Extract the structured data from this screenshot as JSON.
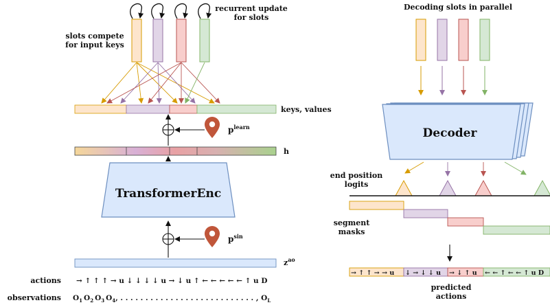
{
  "left": {
    "recurrent_update_line1": "recurrent update",
    "recurrent_update_line2": "for slots",
    "slots_compete_line1": "slots compete",
    "slots_compete_line2": "for input keys",
    "keys_values_label": "keys, values",
    "p_learn_base": "p",
    "p_learn_sup": "learn",
    "h_label": "h",
    "encoder_label": "TransformerEnc",
    "p_sin_base": "p",
    "p_sin_sup": "sin",
    "z_base": "z",
    "z_sup": "ao",
    "actions_label": "actions",
    "actions_sequence": "→ ↑ ↑ ↑ → u ↓ ↓ ↓ ↓ u → ↓ u ↑ ← ← ← ← ← ↑ u D",
    "observations_label": "observations",
    "obs_o": "O",
    "obs_1": "1",
    "obs_2": "2",
    "obs_3": "3",
    "obs_4": "4",
    "obs_dots": ", . . . . . . . . . . . . . . . . . . . . . . . . . . . , ",
    "obs_L": "L"
  },
  "right": {
    "title": "Decoding slots in parallel",
    "decoder_label": "Decoder",
    "end_position_line1": "end position",
    "end_position_line2": "logits",
    "segment_line1": "segment",
    "segment_line2": "masks",
    "predicted_line1": "predicted",
    "predicted_line2": "actions",
    "predicted_seg1": "→ ↑ ↑ → → u",
    "predicted_seg2": "↓ → ↓ ↓ u",
    "predicted_seg3": "→ ↓ ↑ u",
    "predicted_seg4": "← ← ↑ ← ← ↑ u D"
  },
  "colors": {
    "orange_fill": "#fde5cc",
    "orange_stroke": "#d79b00",
    "purple_fill": "#e1d5e7",
    "purple_stroke": "#9673a6",
    "red_fill": "#f8cecc",
    "red_stroke": "#b85450",
    "green_fill": "#d5e8d4",
    "green_stroke": "#82b366",
    "blue_fill": "#dae8fc",
    "blue_stroke": "#6c8ebf",
    "pin": "#c0563a"
  }
}
